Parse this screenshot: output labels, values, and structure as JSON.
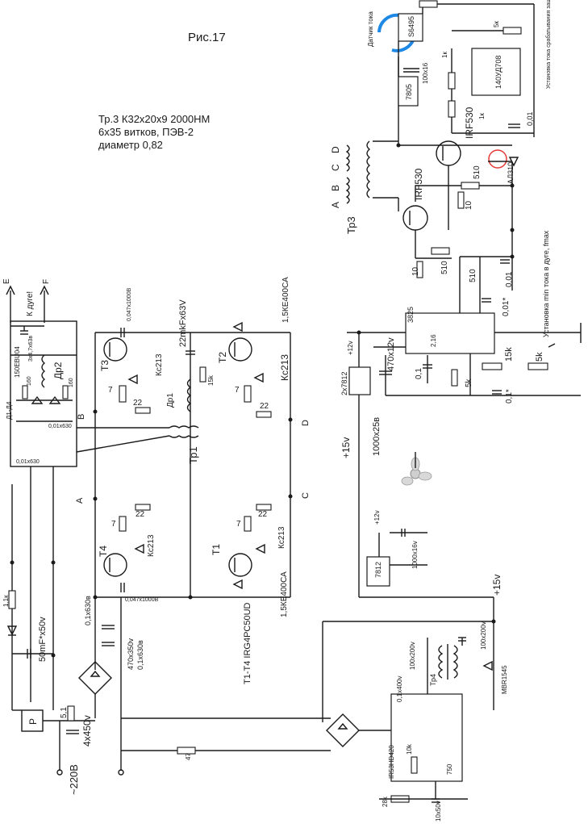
{
  "figure_title": "Рис.17",
  "transformer_note": [
    "Тр.3  К32х20х9  2000НМ",
    "6х35 витков, ПЭВ-2",
    "диаметр 0,82"
  ],
  "labels": {
    "current_sensor": "Датчик тока",
    "sensor_part": "S6495",
    "opamp": "140УД708",
    "prot_set": "Установка тока срабатывания защиты",
    "v7805": "7805",
    "cap_100x16": "100х16",
    "r_1k_a": "1к",
    "r_5k_top": "5к",
    "r_1k_b": "1к",
    "cap_001_top": "0,01",
    "irf_top": "IRF530",
    "irf_bot": "IRF530",
    "led": "АЛ310",
    "r510_a": "510",
    "r510_b": "510",
    "r510_c": "510",
    "r10_a": "10",
    "r10_b": "10",
    "tr3": "Тр3",
    "tr3_pins": [
      "A",
      "B",
      "C",
      "D"
    ],
    "cap_001_mid": "0,01",
    "cap_001_star": "0,01*",
    "cap_01_star": "0,1*",
    "ic3825": "3825",
    "min_current": "Установка min тока в дуге, fmax",
    "r_15k": "15k",
    "r_5k_ctrl": "5k",
    "r_5k_low": "5k",
    "cap_470x12": "470х12v",
    "cap_01": "0,1",
    "cap_2_16": "2,16",
    "v2x7812": "2х7812",
    "p15v_a": "+15v",
    "p15v_b": "+15v",
    "cap_1000x25": "1000х25в",
    "plus12v_a": "+12v",
    "plus12v_b": "+12v",
    "v7812": "7812",
    "cap_1000x16": "1000х16v",
    "ir53": "IR53HD420",
    "r_10k": "10k",
    "cap_750": "750",
    "r_28k": "28k",
    "cap_10x50": "10х50v",
    "cap_01x400": "0,1х400v",
    "cap_100x200_a": "100х200v",
    "cap_100x200_b": "100х200v",
    "tr4": "Тр4",
    "mbr": "MBR1545",
    "r_47": "47",
    "mains": "~220В",
    "cap_4x450": "4х450v",
    "r_51": "5,1",
    "relay": "Р",
    "cap_50mf": "50mF*х50v",
    "r_11k": "1,1к",
    "bridge_cap": "0,1х630в",
    "cap_470x350": "470х350v",
    "cap_01x630b": "0,1х630в",
    "cap_01x630c": "0,1х630в",
    "igbt": "Т1-Т4 IRG4PC50UD",
    "snub_top": "0,047х1000В",
    "snub_bot": "0,047х1000В",
    "t1": "Т1",
    "t2": "Т2",
    "t3": "Т3",
    "t4": "Т4",
    "kc_a": "Кс213",
    "kc_b": "Кс213",
    "kc_c": "Кс213",
    "kc_d": "Кс213",
    "ke_a": "1,5КЕ400СА",
    "ke_b": "1,5КЕ400СА",
    "r7": [
      "7",
      "7",
      "7",
      "7"
    ],
    "r22": [
      "22",
      "22",
      "22",
      "22"
    ],
    "cap_22mkf": "22mkFх63V",
    "r_15k_mid": "15k",
    "dr1": "Др1",
    "tr1": "Тр1",
    "dr2": "Др2",
    "cap_3x47": "3х4,7х63в",
    "d_150": "150EBU04",
    "d_d1d4": "Д1-Д4",
    "r_160a": "160",
    "r_160b": "160",
    "cap_001x630a": "0,01х630",
    "cap_001x630b": "0,01х630",
    "to_arc": "К дуге!",
    "out_e": "E",
    "out_f": "F",
    "pt_a": "A",
    "pt_b": "B",
    "pt_c": "C",
    "pt_d": "D"
  }
}
